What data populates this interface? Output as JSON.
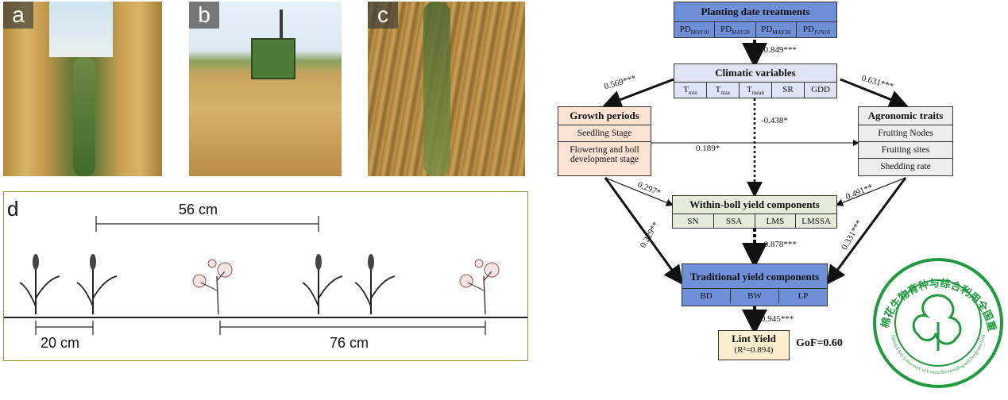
{
  "photos": [
    {
      "label": "a",
      "icon": "wheat-row-photo"
    },
    {
      "label": "b",
      "icon": "combine-harvester-photo"
    },
    {
      "label": "c",
      "icon": "wheat-stubble-cotton-photo"
    }
  ],
  "panel_d": {
    "label": "d",
    "dimensions": {
      "wheat_spacing": "56 cm",
      "narrow": "20 cm",
      "wide": "76 cm"
    }
  },
  "diagram": {
    "planting": {
      "title": "Planting date treatments",
      "items": [
        {
          "base": "PD",
          "sub": "MAY10"
        },
        {
          "base": "PD",
          "sub": "MAY20"
        },
        {
          "base": "PD",
          "sub": "MAY30"
        },
        {
          "base": "PD",
          "sub": "JUN10"
        }
      ]
    },
    "climatic": {
      "title": "Climatic variables",
      "items": [
        {
          "base": "T",
          "sub": "min"
        },
        {
          "base": "T",
          "sub": "max"
        },
        {
          "base": "T",
          "sub": "mean"
        },
        {
          "base": "SR",
          "sub": ""
        },
        {
          "base": "GDD",
          "sub": ""
        }
      ]
    },
    "growth": {
      "title": "Growth periods",
      "items": [
        "Seedling Stage",
        "Flowering and boll development stage"
      ]
    },
    "agronomic": {
      "title": "Agronomic traits",
      "items": [
        "Fruiting Nodes",
        "Fruiting sites",
        "Shedding rate"
      ]
    },
    "within_boll": {
      "title": "Within-boll yield components",
      "items": [
        "SN",
        "SSA",
        "LMS",
        "LMSSA"
      ]
    },
    "traditional": {
      "title": "Traditional yield components",
      "items": [
        "BD",
        "BW",
        "LP"
      ]
    },
    "lint": {
      "title": "Lint Yield",
      "r2": "(R²=0.894)"
    },
    "gof": "GoF=0.60",
    "coefficients": {
      "pd_climatic": "-0.849***",
      "climatic_growth": "0.569***",
      "climatic_agronomic": "0.631***",
      "climatic_within": "-0.438*",
      "growth_agronomic": "0.189*",
      "growth_within": "0.297*",
      "growth_traditional": "0.229**",
      "agronomic_within": "0.491**",
      "agronomic_traditional": "0.331***",
      "within_traditional": "-0.878***",
      "traditional_lint": "0.945***"
    }
  },
  "seal": {
    "text_cn": "棉花生物育种与综合利用全国重点实验室",
    "text_en": "National Key Laboratory of Cotton Bio-breeding and Integrated Utilization",
    "icon": "cotton-seal-logo"
  },
  "colors": {
    "blue": "#6f8fd8",
    "light_blue": "#dfe3f6",
    "salmon": "#fbe2d3",
    "green": "#e3ecd8",
    "seal_green": "#1f9a3e"
  }
}
